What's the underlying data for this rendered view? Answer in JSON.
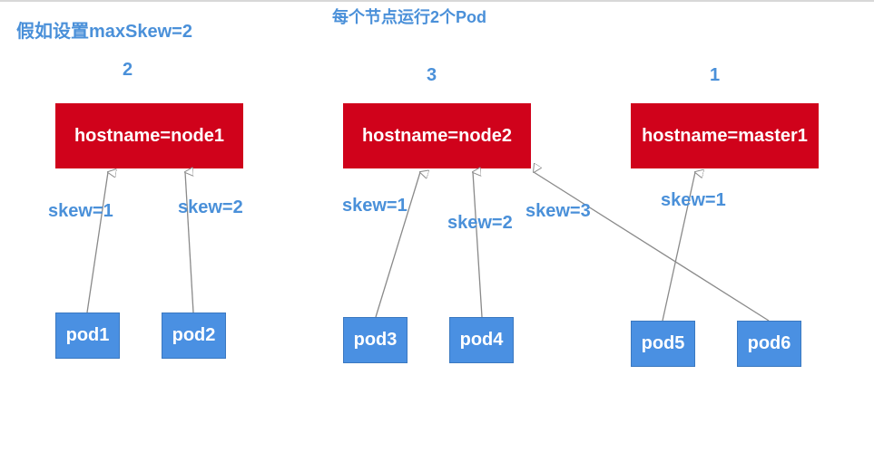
{
  "title_left": "假如设置maxSkew=2",
  "title_center": "每个节点运行2个Pod",
  "nodes": [
    {
      "count": "2",
      "label": "hostname=node1"
    },
    {
      "count": "3",
      "label": "hostname=node2"
    },
    {
      "count": "1",
      "label": "hostname=master1"
    }
  ],
  "pods": [
    {
      "label": "pod1",
      "skew": "skew=1"
    },
    {
      "label": "pod2",
      "skew": "skew=2"
    },
    {
      "label": "pod3",
      "skew": "skew=1"
    },
    {
      "label": "pod4",
      "skew": "skew=2"
    },
    {
      "label": "pod5",
      "skew": "skew=1"
    },
    {
      "label": "pod6",
      "skew": "skew=3"
    }
  ],
  "colors": {
    "node_fill": "#d0021b",
    "pod_fill": "#4a90e2",
    "text_accent": "#4a90d9",
    "edge": "#8a8a8a"
  }
}
